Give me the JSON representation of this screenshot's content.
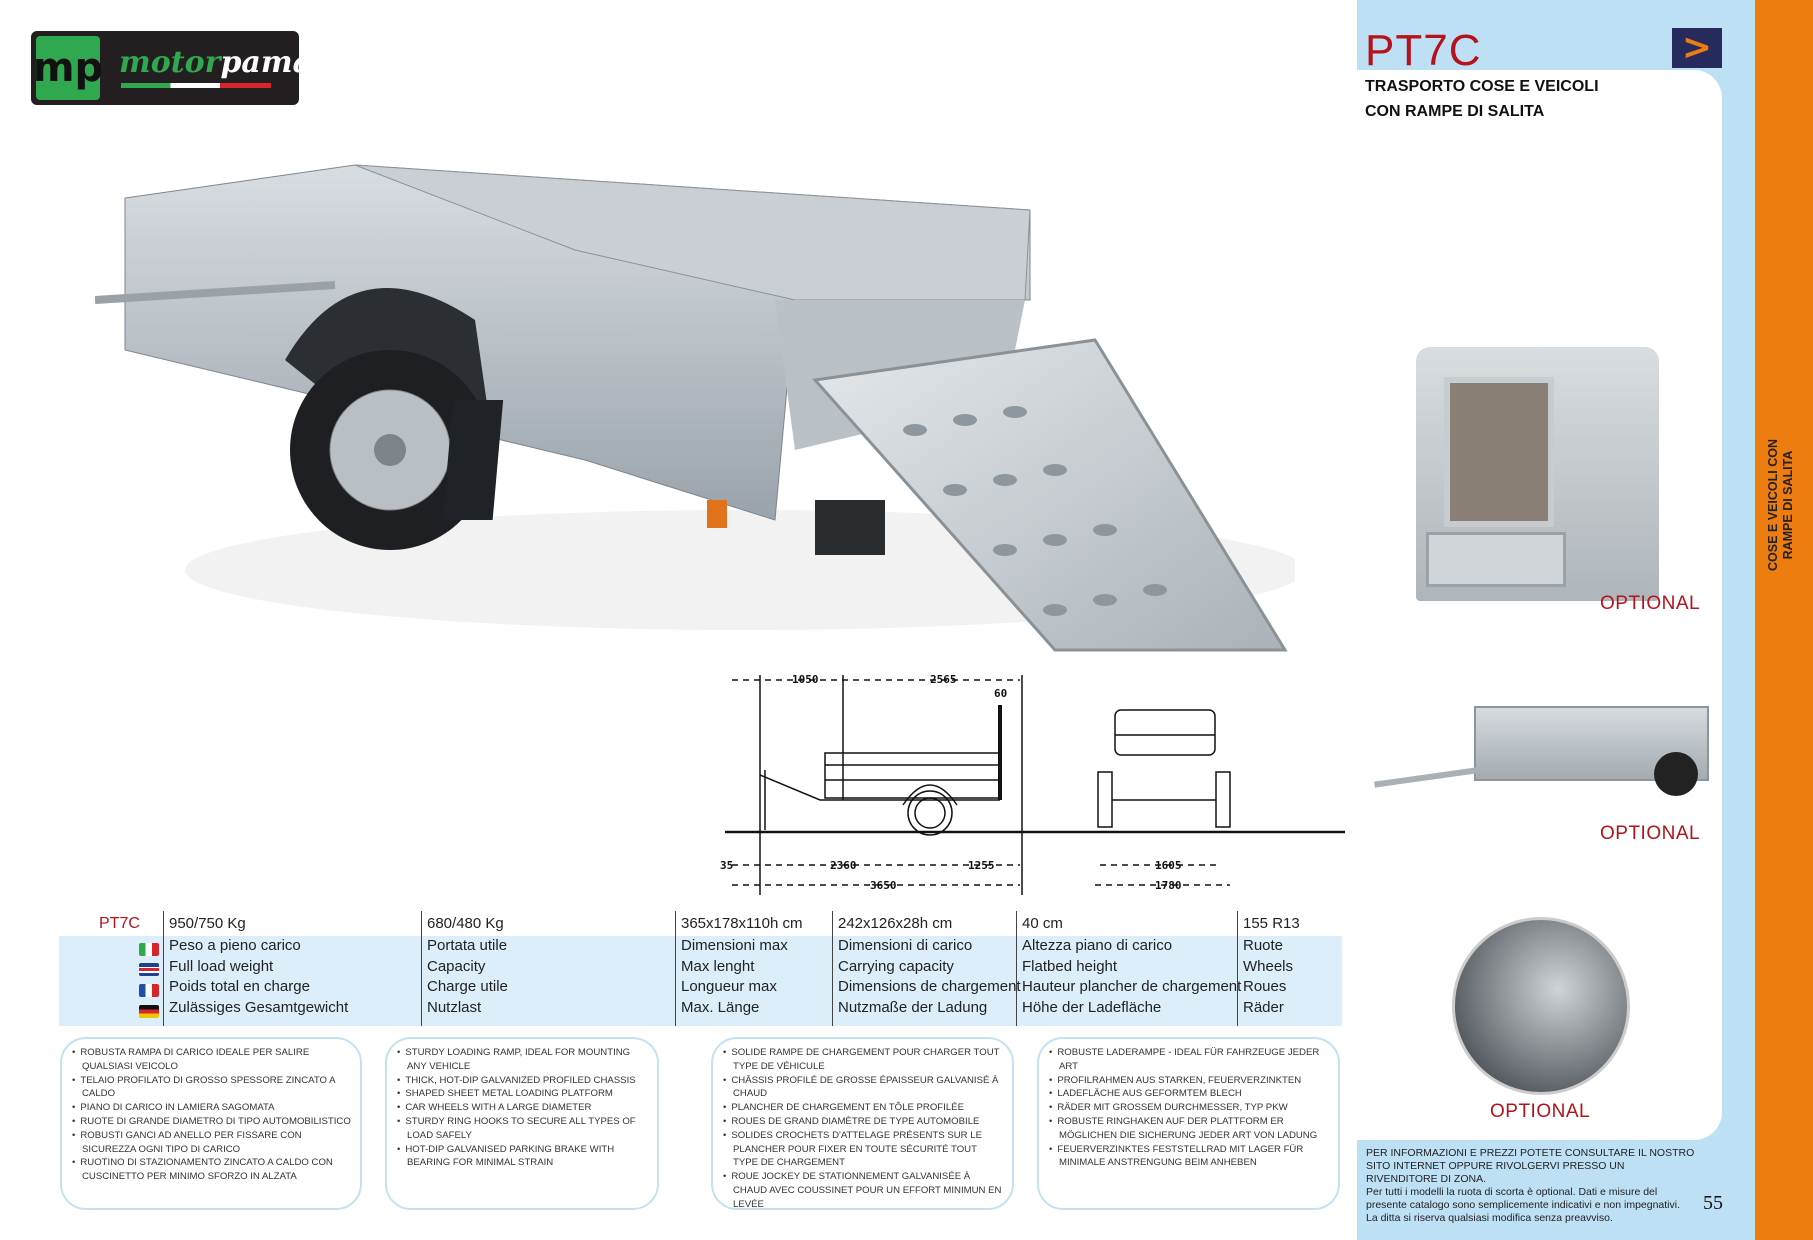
{
  "logo": {
    "text_green": "motor",
    "text_white": "pama",
    "mark": "mp"
  },
  "header": {
    "title": "PT7C",
    "subtitle_lines": [
      "TRASPORTO COSE E VEICOLI",
      "CON RAMPE DI SALITA"
    ],
    "arrow": ">"
  },
  "side_label": [
    "COSE E VEICOLI CON",
    "RAMPE DI SALITA"
  ],
  "optionals": [
    "OPTIONAL",
    "OPTIONAL",
    "OPTIONAL"
  ],
  "drawing": {
    "dims": [
      "1050",
      "2565",
      "60",
      "35",
      "2360",
      "1255",
      "3650",
      "1605",
      "1780"
    ]
  },
  "specs": {
    "model": "PT7C",
    "languages": [
      "it",
      "en",
      "fr",
      "de"
    ],
    "columns": [
      {
        "value": "950/750 Kg",
        "labels": [
          "Peso a pieno carico",
          "Full load weight",
          "Poids total en charge",
          "Zulässiges Gesamtgewicht"
        ]
      },
      {
        "value": "680/480 Kg",
        "labels": [
          "Portata utile",
          "Capacity",
          "Charge utile",
          "Nutzlast"
        ]
      },
      {
        "value": "365x178x110h cm",
        "labels": [
          "Dimensioni max",
          "Max lenght",
          "Longueur max",
          "Max. Länge"
        ]
      },
      {
        "value": "242x126x28h cm",
        "labels": [
          "Dimensioni di carico",
          "Carrying capacity",
          "Dimensions de chargement",
          "Nutzmaße der Ladung"
        ]
      },
      {
        "value": "40 cm",
        "labels": [
          "Altezza piano di carico",
          "Flatbed height",
          "Hauteur plancher de chargement",
          "Höhe der Ladefläche"
        ]
      },
      {
        "value": "155 R13",
        "labels": [
          "Ruote",
          "Wheels",
          "Roues",
          "Räder"
        ]
      }
    ]
  },
  "features": [
    [
      "ROBUSTA RAMPA DI CARICO IDEALE PER SALIRE QUALSIASI VEICOLO",
      "TELAIO PROFILATO DI GROSSO SPESSORE ZINCATO A CALDO",
      "PIANO DI CARICO IN LAMIERA SAGOMATA",
      "RUOTE DI GRANDE DIAMETRO DI TIPO AUTOMOBILISTICO",
      "ROBUSTI GANCI AD ANELLO PER FISSARE CON SICUREZZA OGNI TIPO DI CARICO",
      "RUOTINO DI STAZIONAMENTO ZINCATO A CALDO CON CUSCINETTO PER MINIMO SFORZO IN ALZATA"
    ],
    [
      "STURDY LOADING RAMP, IDEAL FOR MOUNTING ANY VEHICLE",
      "THICK, HOT-DIP GALVANIZED PROFILED CHASSIS",
      "SHAPED SHEET METAL LOADING PLATFORM",
      "CAR WHEELS WITH A LARGE DIAMETER",
      "STURDY RING HOOKS TO SECURE ALL TYPES OF LOAD SAFELY",
      "HOT-DIP GALVANISED PARKING BRAKE WITH BEARING FOR MINIMAL STRAIN"
    ],
    [
      "SOLIDE RAMPE DE CHARGEMENT POUR CHARGER TOUT TYPE DE VÉHICULE",
      "CHÂSSIS PROFILÉ DE GROSSE ÉPAISSEUR GALVANISÉ À CHAUD",
      "PLANCHER DE CHARGEMENT EN TÔLE PROFILÉE",
      "ROUES DE GRAND DIAMÈTRE DE TYPE AUTOMOBILE",
      "SOLIDES CROCHETS D'ATTELAGE PRÉSENTS SUR LE PLANCHER POUR FIXER EN TOUTE SÉCURITÉ TOUT TYPE DE CHARGEMENT",
      "ROUE JOCKEY DE STATIONNEMENT GALVANISÉE À CHAUD AVEC COUSSINET POUR UN EFFORT MINIMUN EN LEVÉE"
    ],
    [
      "ROBUSTE LADERAMPE - IDEAL FÜR FAHRZEUGE JEDER ART",
      "PROFILRAHMEN AUS STARKEN, FEUERVERZINKTEN",
      "LADEFLÄCHE AUS GEFORMTEM BLECH",
      "RÄDER MIT GROSSEM DURCHMESSER, TYP PKW",
      "ROBUSTE RINGHAKEN AUF DER PLATTFORM ER MÖGLICHEN DIE SICHERUNG JEDER ART VON LADUNG",
      "FEUERVERZINKTES FESTSTELLRAD MIT LAGER FÜR MINIMALE ANSTRENGUNG BEIM ANHEBEN"
    ]
  ],
  "footer": {
    "lines": [
      "PER INFORMAZIONI E PREZZI POTETE CONSULTARE IL NOSTRO SITO INTERNET OPPURE RIVOLGERVI PRESSO UN RIVENDITORE DI ZONA.",
      "Per tutti i modelli la ruota di scorta è optional. Dati e misure del presente catalogo sono semplicemente indicativi e non impegnativi.",
      "La ditta si riserva qualsiasi modifica senza preavviso."
    ],
    "page": "55"
  },
  "colors": {
    "accent_red": "#b5121b",
    "panel_blue": "#bde0f5",
    "orange": "#ee7d0f",
    "navy": "#262a5c",
    "logo_green": "#2fa84f"
  }
}
